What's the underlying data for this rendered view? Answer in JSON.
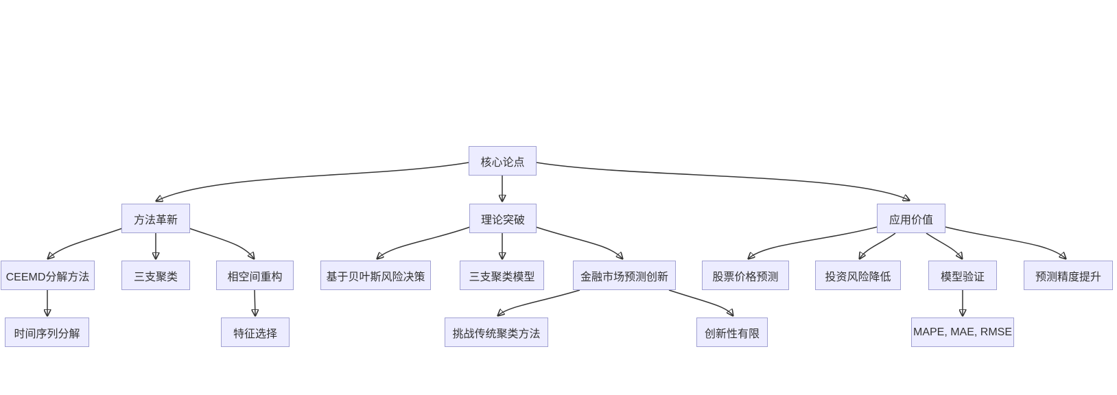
{
  "diagram": {
    "type": "flowchart-top-down",
    "title_node": "核心论点",
    "colors": {
      "background": "#FFFFFF",
      "node_fill": "#ECECFF",
      "node_border": "#A0A0D2",
      "edge": "#333333",
      "text": "#333333"
    }
  },
  "nodes": {
    "core": {
      "label": "核心论点"
    },
    "method": {
      "label": "方法革新"
    },
    "theory": {
      "label": "理论突破"
    },
    "application": {
      "label": "应用价值"
    },
    "ceemd": {
      "label": "CEEMD分解方法"
    },
    "three_way_clustering": {
      "label": "三支聚类"
    },
    "phase_space": {
      "label": "相空间重构"
    },
    "bayes_risk": {
      "label": "基于贝叶斯风险决策"
    },
    "three_way_model": {
      "label": "三支聚类模型"
    },
    "financial_innovation": {
      "label": "金融市场预测创新"
    },
    "stock_prediction": {
      "label": "股票价格预测"
    },
    "risk_reduction": {
      "label": "投资风险降低"
    },
    "model_validation": {
      "label": "模型验证"
    },
    "accuracy_improvement": {
      "label": "预测精度提升"
    },
    "time_series_decomposition": {
      "label": "时间序列分解"
    },
    "feature_selection": {
      "label": "特征选择"
    },
    "challenge_traditional": {
      "label": "挑战传统聚类方法"
    },
    "limited_novelty": {
      "label": "创新性有限"
    },
    "metrics": {
      "label": "MAPE, MAE, RMSE"
    }
  },
  "edges": [
    {
      "from": "核心论点",
      "to": "方法革新"
    },
    {
      "from": "核心论点",
      "to": "理论突破"
    },
    {
      "from": "核心论点",
      "to": "应用价值"
    },
    {
      "from": "方法革新",
      "to": "CEEMD分解方法"
    },
    {
      "from": "方法革新",
      "to": "三支聚类"
    },
    {
      "from": "方法革新",
      "to": "相空间重构"
    },
    {
      "from": "理论突破",
      "to": "基于贝叶斯风险决策"
    },
    {
      "from": "理论突破",
      "to": "三支聚类模型"
    },
    {
      "from": "理论突破",
      "to": "金融市场预测创新"
    },
    {
      "from": "应用价值",
      "to": "股票价格预测"
    },
    {
      "from": "应用价值",
      "to": "投资风险降低"
    },
    {
      "from": "应用价值",
      "to": "模型验证"
    },
    {
      "from": "应用价值",
      "to": "预测精度提升"
    },
    {
      "from": "CEEMD分解方法",
      "to": "时间序列分解"
    },
    {
      "from": "相空间重构",
      "to": "特征选择"
    },
    {
      "from": "金融市场预测创新",
      "to": "挑战传统聚类方法"
    },
    {
      "from": "金融市场预测创新",
      "to": "创新性有限"
    },
    {
      "from": "模型验证",
      "to": "MAPE, MAE, RMSE"
    }
  ]
}
